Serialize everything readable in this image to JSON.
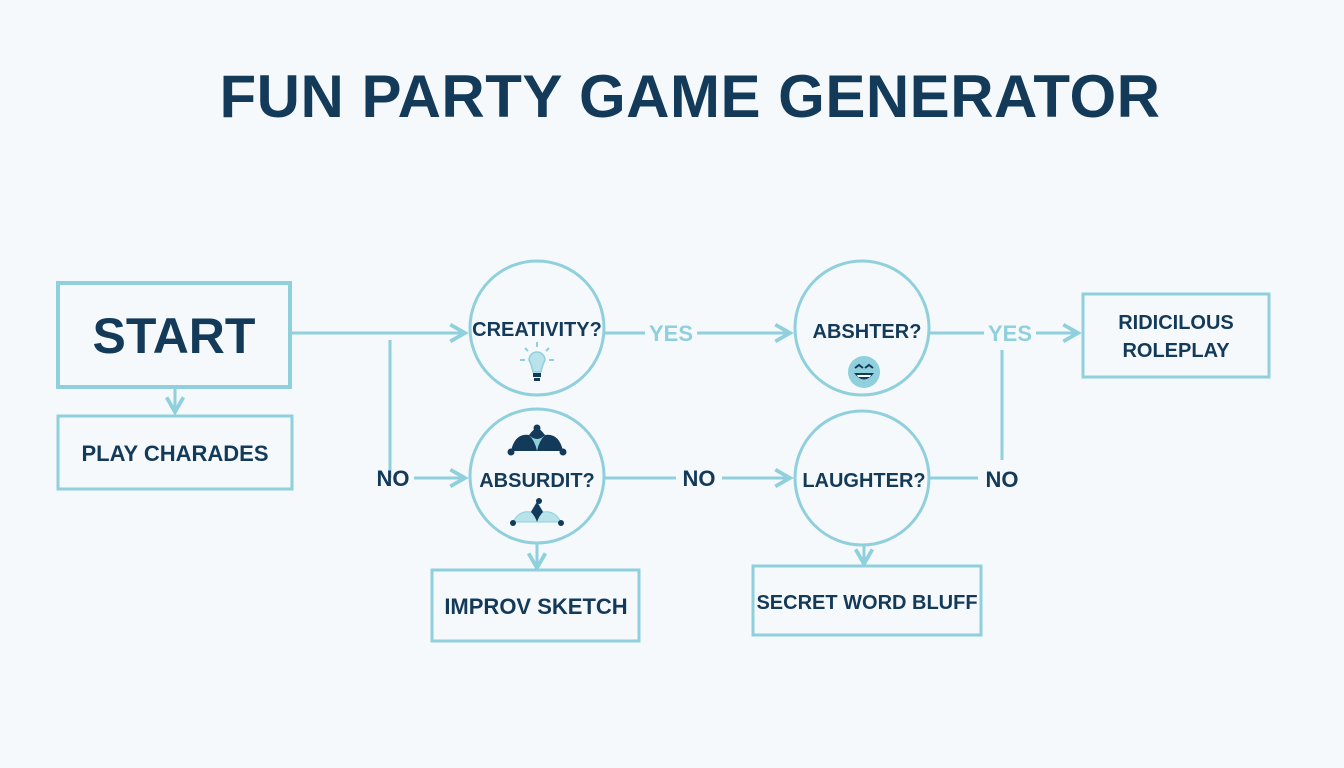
{
  "title": "FUN PARTY GAME GENERATOR",
  "colors": {
    "line": "#8fd0dc",
    "text": "#143a5a",
    "yes_text": "#8fd0dc",
    "background": "#f6f9fb"
  },
  "nodes": {
    "start": {
      "label": "START"
    },
    "play_charades": {
      "label": "PLAY CHARADES"
    },
    "creativity": {
      "label": "CREATIVITY?",
      "icon": "lightbulb-icon"
    },
    "absurdit": {
      "label": "ABSURDIT?",
      "icon": "jester-hat-icon"
    },
    "improv_sketch": {
      "label": "IMPROV SKETCH"
    },
    "abshter": {
      "label": "ABSHTER?",
      "icon": "laughing-face-icon"
    },
    "laughter": {
      "label": "LAUGHTER?"
    },
    "secret_word_bluff": {
      "label": "SECRET WORD BLUFF"
    },
    "ridiculous_roleplay": {
      "label_line1": "RIDICILOUS",
      "label_line2": "ROLEPLAY"
    }
  },
  "edge_labels": {
    "creativity_yes": "YES",
    "abshter_yes": "YES",
    "start_no": "NO",
    "absurdit_no": "NO",
    "laughter_no": "NO"
  }
}
